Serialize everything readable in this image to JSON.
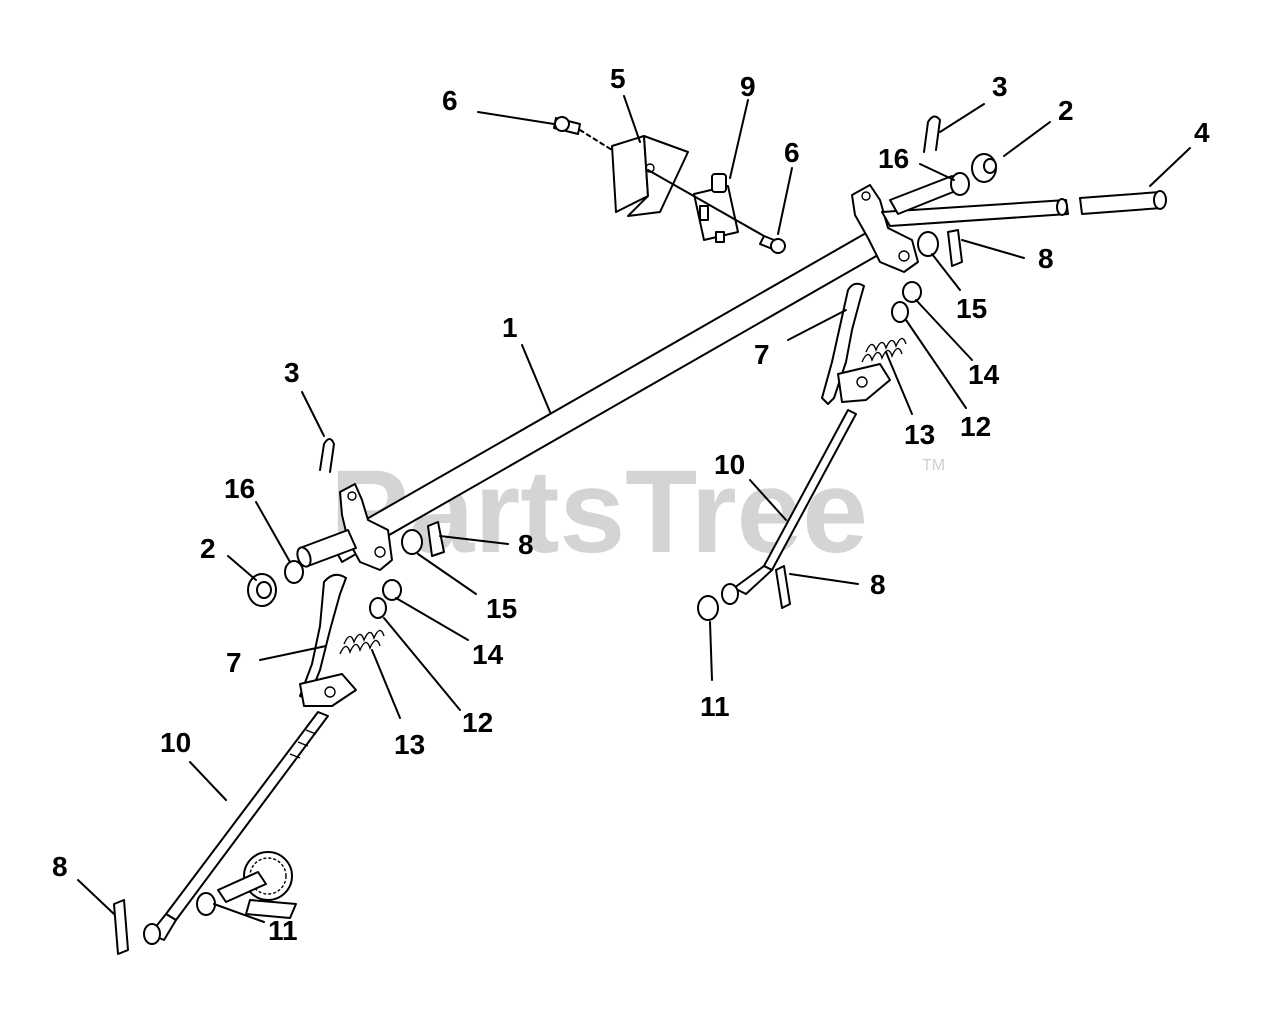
{
  "watermark": {
    "text": "PartsTree",
    "trademark": "TM"
  },
  "callouts": [
    {
      "id": "c-1",
      "text": "1"
    },
    {
      "id": "c-2-left",
      "text": "2"
    },
    {
      "id": "c-2-right",
      "text": "2"
    },
    {
      "id": "c-3-left",
      "text": "3"
    },
    {
      "id": "c-3-right",
      "text": "3"
    },
    {
      "id": "c-4",
      "text": "4"
    },
    {
      "id": "c-5",
      "text": "5"
    },
    {
      "id": "c-6-left",
      "text": "6"
    },
    {
      "id": "c-6-right",
      "text": "6"
    },
    {
      "id": "c-7-left",
      "text": "7"
    },
    {
      "id": "c-7-right",
      "text": "7"
    },
    {
      "id": "c-8-upper-right",
      "text": "8"
    },
    {
      "id": "c-8-mid-left",
      "text": "8"
    },
    {
      "id": "c-8-mid-right",
      "text": "8"
    },
    {
      "id": "c-8-lower-left",
      "text": "8"
    },
    {
      "id": "c-9",
      "text": "9"
    },
    {
      "id": "c-10-left",
      "text": "10"
    },
    {
      "id": "c-10-right",
      "text": "10"
    },
    {
      "id": "c-11-left",
      "text": "11"
    },
    {
      "id": "c-11-right",
      "text": "11"
    },
    {
      "id": "c-12-left",
      "text": "12"
    },
    {
      "id": "c-12-right",
      "text": "12"
    },
    {
      "id": "c-13-left",
      "text": "13"
    },
    {
      "id": "c-13-right",
      "text": "13"
    },
    {
      "id": "c-14-left",
      "text": "14"
    },
    {
      "id": "c-14-right",
      "text": "14"
    },
    {
      "id": "c-15-left",
      "text": "15"
    },
    {
      "id": "c-15-right",
      "text": "15"
    },
    {
      "id": "c-16-left",
      "text": "16"
    },
    {
      "id": "c-16-right",
      "text": "16"
    }
  ]
}
